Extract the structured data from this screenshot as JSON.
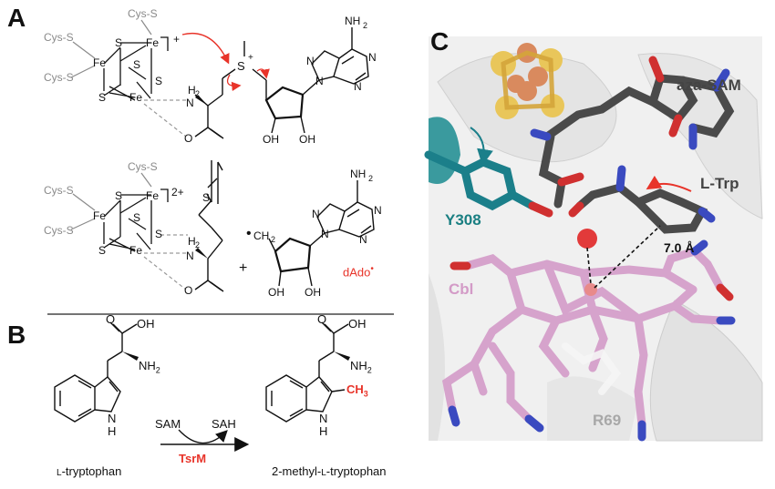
{
  "panels": {
    "a": "A",
    "b": "B",
    "c": "C"
  },
  "panel_a": {
    "top": {
      "cys": [
        "Cys-S",
        "Cys-S",
        "Cys-S"
      ],
      "fe": [
        "Fe",
        "Fe",
        "Fe"
      ],
      "s": [
        "S",
        "S",
        "S",
        "S"
      ],
      "charge": "+",
      "sulfonium": "S",
      "sulfonium_charge": "+",
      "nh2_h": "H",
      "nh2_n": "N",
      "nh2_sub": "2",
      "carboxylate_o": "O",
      "oh_1": "OH",
      "oh_2": "OH",
      "adenine_nh2": "NH",
      "adenine_nh2_sub": "2",
      "adenine_n": [
        "N",
        "N",
        "N",
        "N"
      ]
    },
    "bottom": {
      "cys": [
        "Cys-S",
        "Cys-S",
        "Cys-S"
      ],
      "fe": [
        "Fe",
        "Fe",
        "Fe"
      ],
      "s": [
        "S",
        "S",
        "S",
        "S"
      ],
      "charge": "2+",
      "met_s": "S",
      "h2": "H",
      "h2_sub": "2",
      "n": "N",
      "carboxylate_o": "O",
      "plus": "+",
      "radical_ch2": "CH",
      "radical_ch2_sub": "2",
      "radical_dot": "•",
      "oh_1": "OH",
      "oh_2": "OH",
      "adenine_nh2": "NH",
      "adenine_nh2_sub": "2",
      "adenine_n": [
        "N",
        "N",
        "N",
        "N"
      ],
      "dado_label": "dAdo",
      "dado_dot": "•"
    }
  },
  "panel_b": {
    "left_oh": "OH",
    "left_o": "O",
    "left_nh2": "NH",
    "left_nh2_sub": "2",
    "left_n": "N",
    "left_h": "H",
    "left_label_small": "L",
    "left_label_rest": "-tryptophan",
    "sam": "SAM",
    "sah": "SAH",
    "enzyme": "TsrM",
    "right_oh": "OH",
    "right_o": "O",
    "right_nh2": "NH",
    "right_nh2_sub": "2",
    "right_n": "N",
    "right_h": "H",
    "methyl": "CH",
    "methyl_sub": "3",
    "right_label_pre": "2-methyl-",
    "right_label_small": "L",
    "right_label_rest": "-tryptophan"
  },
  "panel_c": {
    "aza_sam": "aza-SAM",
    "l_trp": "L-Trp",
    "y308": "Y308",
    "cbl": "Cbl",
    "distance": "7.0 Å",
    "r69": "R69"
  },
  "colors": {
    "red": "#e8342a",
    "teal": "#1a7f82",
    "cbl_pink": "#d39bc7",
    "grey_label": "#8a8a8a",
    "cartoon_grey": "#dcdcdc",
    "aza_sam": "#4a4a4a"
  }
}
